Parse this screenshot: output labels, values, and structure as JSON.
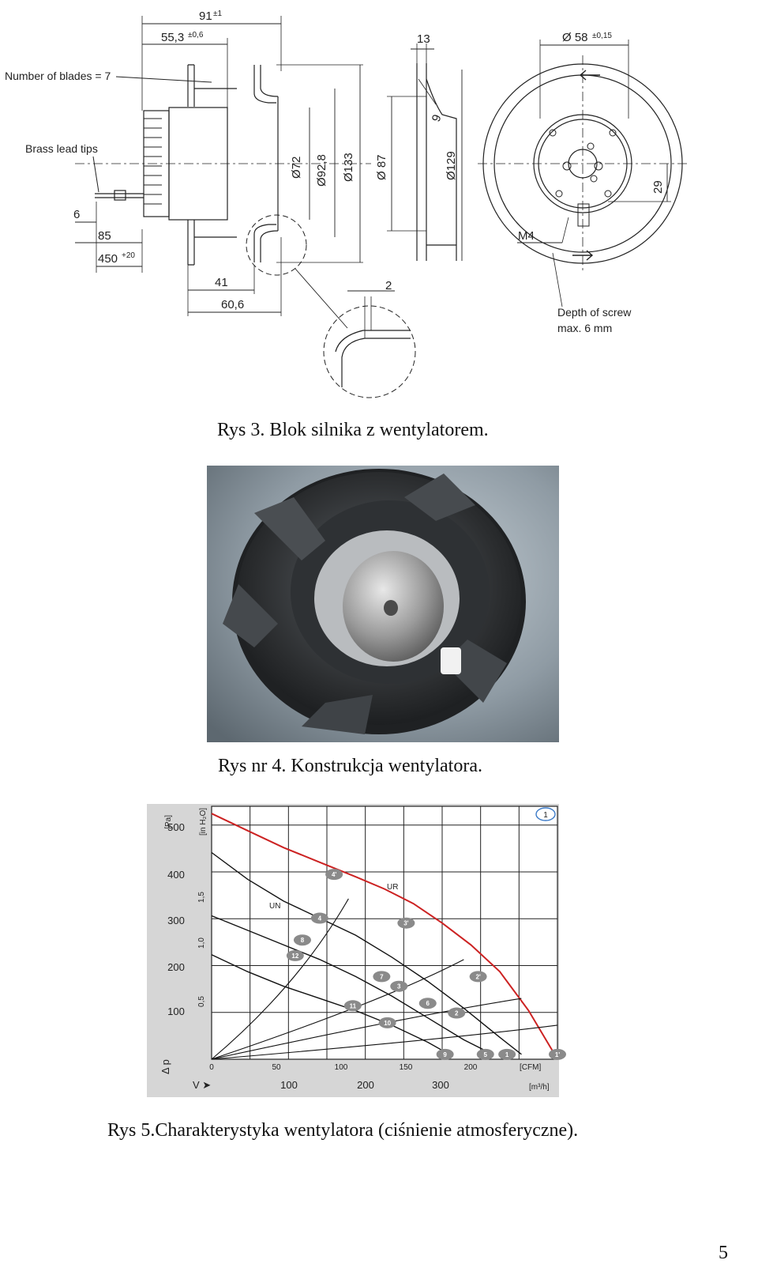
{
  "figure3": {
    "caption": "Rys 3. Blok silnika z wentylatorem.",
    "labels": {
      "blades": "Number of blades = 7",
      "brass": "Brass lead tips",
      "depth_line1": "Depth of screw",
      "depth_line2": "max. 6 mm"
    },
    "dimensions": {
      "d91": "91",
      "d91_tol": "±1",
      "d55": "55,3",
      "d55_tol": "±0,6",
      "d6": "6",
      "d85": "85",
      "d450": "450",
      "d450_tol": "+20",
      "d41": "41",
      "d60": "60,6",
      "d72": "Ø72",
      "d92": "Ø92,8",
      "d133": "Ø133",
      "d13": "13",
      "d9": "9",
      "d87": "Ø 87",
      "d129": "Ø129",
      "d2": "2",
      "d58": "Ø 58",
      "d58_tol": "±0,15",
      "d29": "29",
      "m4": "M4"
    }
  },
  "figure4": {
    "caption": "Rys nr 4. Konstrukcja wentylatora."
  },
  "figure5": {
    "caption": "Rys 5.Charakterystyka wentylatora (ciśnienie atmosferyczne).",
    "badge": "1",
    "curve_labels": {
      "un": "UN",
      "ur": "UR"
    },
    "axis": {
      "pa_unit": "[Pa]",
      "pa_ticks": [
        "500",
        "400",
        "300",
        "200",
        "100"
      ],
      "inh2o_unit": "[in H₂O]",
      "inh2o_ticks": [
        "1,5",
        "1,0",
        "0,5"
      ],
      "cfm_unit": "[CFM]",
      "cfm_ticks": [
        "0",
        "50",
        "100",
        "150",
        "200"
      ],
      "m3h_unit": "[m³/h]",
      "m3h_ticks": [
        "100",
        "200",
        "300"
      ]
    },
    "markers": [
      "1",
      "2",
      "3",
      "4",
      "5",
      "6",
      "7",
      "8",
      "9",
      "10",
      "11",
      "12",
      "1'",
      "2'",
      "3'",
      "4'"
    ]
  },
  "chart_data": {
    "type": "line",
    "xlabel": "[CFM]",
    "ylabel": "[Pa]",
    "xlim": [
      0,
      240
    ],
    "ylim": [
      0,
      520
    ],
    "grid": true,
    "series": [
      {
        "name": "UR",
        "color": "#cc2222",
        "x": [
          0,
          25,
          50,
          75,
          100,
          120,
          140,
          160,
          180,
          200,
          220,
          238
        ],
        "y": [
          505,
          470,
          435,
          405,
          375,
          350,
          320,
          280,
          235,
          180,
          100,
          10
        ]
      },
      {
        "name": "UN",
        "x": [
          0,
          25,
          50,
          75,
          100,
          125,
          150,
          175,
          200,
          215
        ],
        "y": [
          425,
          370,
          325,
          290,
          255,
          210,
          160,
          105,
          45,
          10
        ]
      },
      {
        "x": [
          0,
          25,
          50,
          75,
          100,
          125,
          150,
          175,
          195
        ],
        "y": [
          295,
          265,
          235,
          205,
          170,
          130,
          85,
          40,
          10
        ]
      },
      {
        "x": [
          0,
          25,
          50,
          75,
          100,
          125,
          150,
          165
        ],
        "y": [
          215,
          180,
          150,
          125,
          100,
          70,
          35,
          10
        ]
      }
    ]
  }
}
